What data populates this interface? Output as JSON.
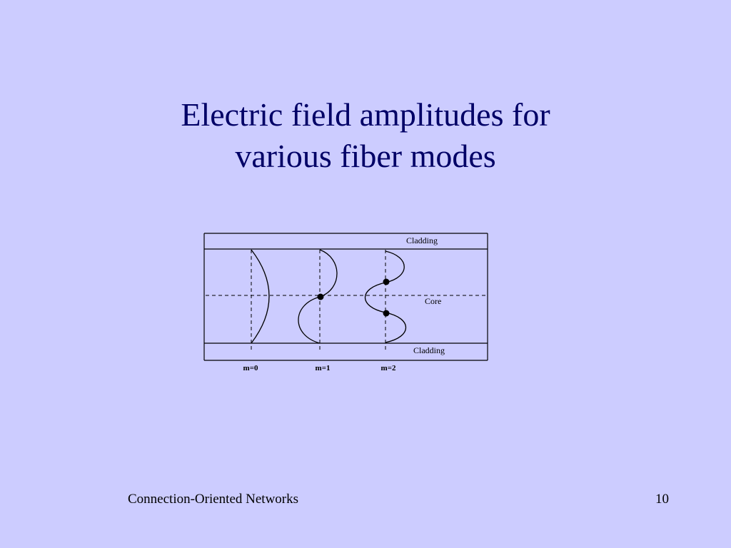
{
  "title": {
    "line1": "Electric field amplitudes for",
    "line2": "various fiber modes"
  },
  "diagram": {
    "labels": {
      "cladding_top": "Cladding",
      "core": "Core",
      "cladding_bottom": "Cladding"
    },
    "modes": [
      "m=0",
      "m=1",
      "m=2"
    ]
  },
  "footer": {
    "course": "Connection-Oriented Networks",
    "page_number": "10"
  }
}
